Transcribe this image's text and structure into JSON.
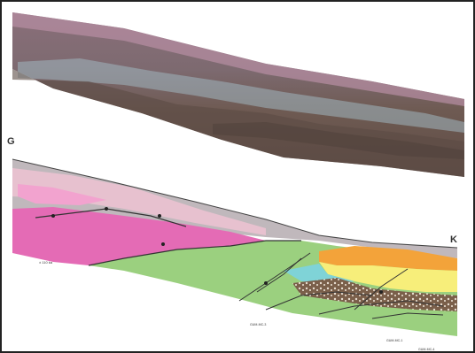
{
  "panel_left_label": "G",
  "panel_right_label": "K",
  "age_label": "± 110 ka",
  "sample_labels": [
    "GUM-MC-3",
    "GUM-MC-1",
    "GUM-MC-4"
  ]
}
